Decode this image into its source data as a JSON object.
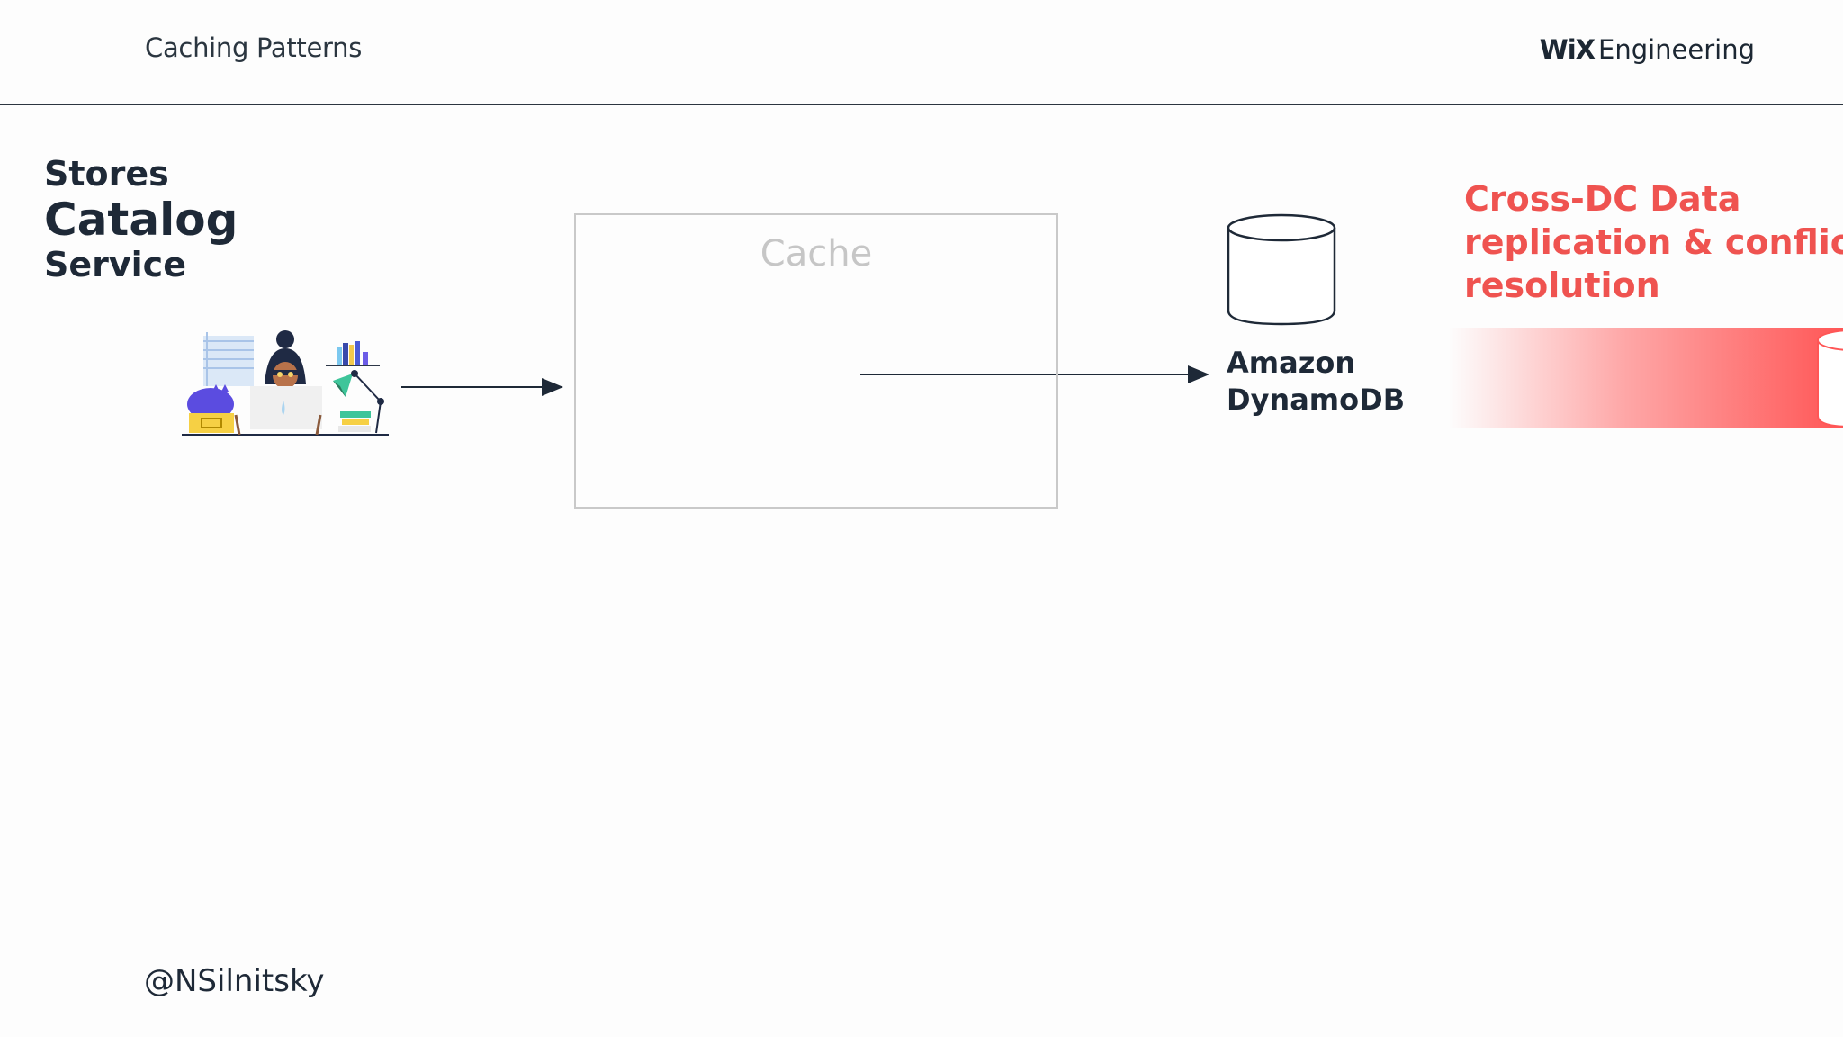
{
  "header": {
    "title": "Caching Patterns",
    "brand_logo": "WiX",
    "brand_name": "Engineering"
  },
  "service": {
    "line1": "Stores",
    "line2": "Catalog",
    "line3": "Service"
  },
  "cache": {
    "label": "Cache"
  },
  "database": {
    "line1": "Amazon",
    "line2": "DynamoDB",
    "icon": "database-cylinder-icon"
  },
  "highlight": {
    "line1": "Cross-DC Data",
    "line2": "replication & conflict",
    "line3": "resolution",
    "color": "#ef5350"
  },
  "footer": {
    "handle": "@NSilnitsky"
  },
  "colors": {
    "text": "#1e2937",
    "accent": "#ef5350",
    "cache_border": "#c9c9c9"
  }
}
